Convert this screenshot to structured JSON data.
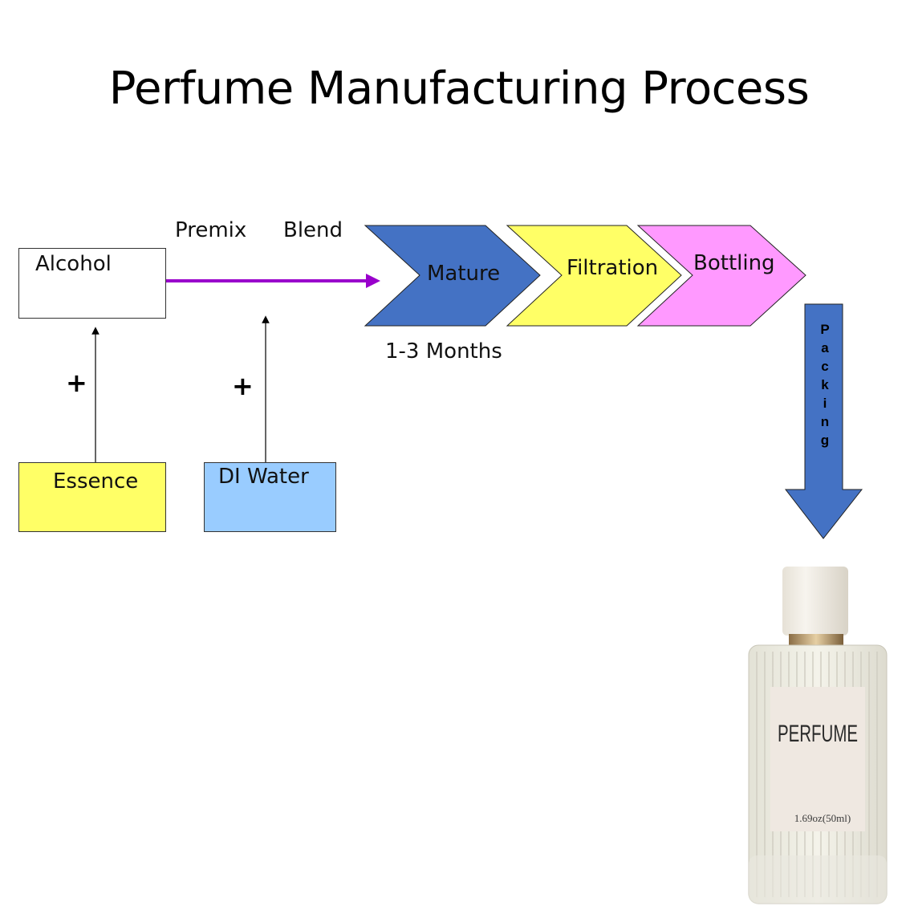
{
  "title": "Perfume Manufacturing Process",
  "labels": {
    "premix": "Premix",
    "blend": "Blend",
    "duration": "1-3 Months"
  },
  "boxes": {
    "alcohol": "Alcohol",
    "essence": "Essence",
    "di_water": "DI Water"
  },
  "plus_sign": "+",
  "steps": [
    {
      "label": "Mature",
      "color": "#4472C4"
    },
    {
      "label": "Filtration",
      "color": "#FFFF66"
    },
    {
      "label": "Bottling",
      "color": "#FF99FF"
    }
  ],
  "packing": {
    "letters": [
      "P",
      "a",
      "c",
      "k",
      "i",
      "n",
      "g"
    ],
    "color": "#4472C4"
  },
  "colors": {
    "blend_arrow": "#9900CC",
    "essence_box": "#FFFF66",
    "di_water_box": "#99CCFF"
  },
  "bottle": {
    "label_text": "PERFUME",
    "volume_text": "1.69oz(50ml)"
  }
}
